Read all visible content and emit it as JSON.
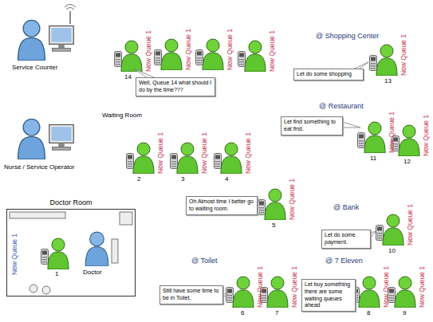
{
  "diagram": {
    "nodes": [
      {
        "text": [
          "Well, Queue 14 what should I do by the time???"
        ]
      },
      {
        "text": [
          "Let do some shopping"
        ]
      },
      {
        "text": [
          "Let find something to eat first."
        ]
      },
      {
        "text": [
          "Doctor Room"
        ]
      },
      {
        "text": [
          "Oh Almost time I better go to waiting room."
        ]
      },
      {
        "text": [
          "Let do some payment."
        ]
      },
      {
        "text": [
          "Still have some time to be in Toilet."
        ]
      },
      {
        "text": [
          "Let buy something there are some waiting queues ahead"
        ]
      }
    ],
    "edges": [],
    "labels": [
      "Service Counter",
      "14",
      "Now Queue 1",
      "Now Queue 1",
      "Now Queue 1",
      "Now Queue 1",
      "Waiting Room",
      "Nurse / Service Operator",
      "2",
      "3",
      "4",
      "Now Queue 1",
      "Now Queue 1",
      "Now Queue 1",
      "Doctor",
      "1",
      "Now Queue 1",
      "@ Shopping Center",
      "13",
      "Now Queue 1",
      "@ Restaurant",
      "11",
      "12",
      "Now Queue 1",
      "Now Queue 1",
      "5",
      "Now Queue 1",
      "@ Bank",
      "10",
      "Now Queue 1",
      "@ Toilet",
      "6",
      "7",
      "Now Queue 1",
      "Now Queue 1",
      "@ 7 Eleven",
      "8",
      "9",
      "Now Queue 1",
      "Now Queue 1"
    ]
  }
}
